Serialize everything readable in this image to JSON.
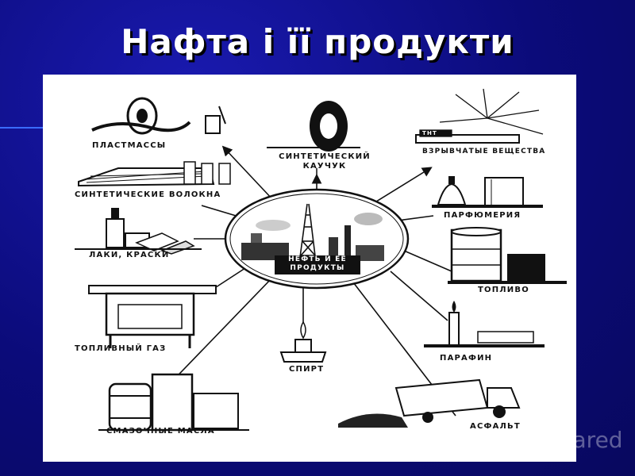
{
  "slide": {
    "title": "Нафта і її продукти"
  },
  "diagram": {
    "center_label": "НЕФТЬ И ЕЕ ПРОДУКТЫ",
    "products": [
      {
        "id": "plastics",
        "label": "ПЛАСТМАССЫ"
      },
      {
        "id": "rubber",
        "label": "СИНТЕТИЧЕСКИЙ КАУЧУК"
      },
      {
        "id": "explosives",
        "label": "ВЗРЫВЧАТЫЕ ВЕЩЕСТВА"
      },
      {
        "id": "fibers",
        "label": "СИНТЕТИЧЕСКИЕ ВОЛОКНА"
      },
      {
        "id": "perfume",
        "label": "ПАРФЮМЕРИЯ"
      },
      {
        "id": "paints",
        "label": "ЛАКИ, КРАСКИ"
      },
      {
        "id": "fuel",
        "label": "ТОПЛИВО"
      },
      {
        "id": "fuel-gas",
        "label": "ТОПЛИВНЫЙ ГАЗ"
      },
      {
        "id": "paraffin",
        "label": "ПАРАФИН"
      },
      {
        "id": "alcohol",
        "label": "СПИРТ"
      },
      {
        "id": "lubricants",
        "label": "СМАЗОЧНЫЕ МАСЛА"
      },
      {
        "id": "asphalt",
        "label": "АСФАЛЬТ"
      }
    ],
    "tnt_label": "ТНТ"
  },
  "watermark": {
    "text": "Shared",
    "icon": "presentation-icon"
  },
  "colors": {
    "background": "#0d0d82",
    "title": "#ffffff",
    "ink": "#111111"
  }
}
